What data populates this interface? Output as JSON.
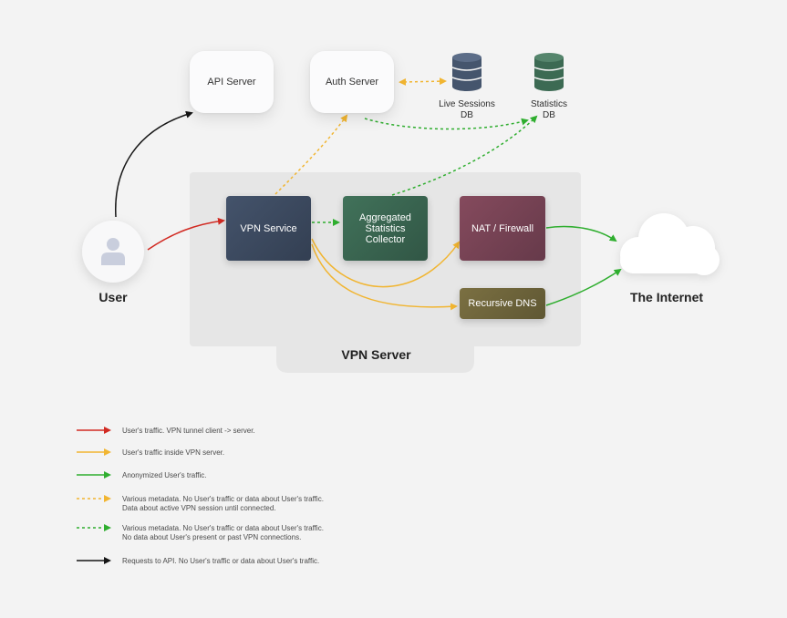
{
  "nodes": {
    "api_server": "API Server",
    "auth_server": "Auth Server",
    "live_sessions_db": [
      "Live Sessions",
      "DB"
    ],
    "statistics_db": [
      "Statistics",
      "DB"
    ],
    "user": "User",
    "vpn_service": "VPN Service",
    "stats_collector": [
      "Aggregated",
      "Statistics",
      "Collector"
    ],
    "nat_firewall": "NAT / Firewall",
    "recursive_dns": "Recursive DNS",
    "internet": "The Internet",
    "vpn_server": "VPN Server"
  },
  "colors": {
    "red": "#d12a22",
    "yellow": "#f1b531",
    "green": "#2fae2f",
    "black": "#151515",
    "vpn_service": "#3d4a60",
    "collector": "#3a6650",
    "nat": "#7a4456",
    "dns": "#72683c",
    "live_db": "#45556d",
    "stats_db": "#3c6a53"
  },
  "legend": [
    {
      "style": "solid",
      "color": "red",
      "text": "User's traffic. VPN tunnel client -> server."
    },
    {
      "style": "solid",
      "color": "yellow",
      "text": "User's traffic inside VPN server."
    },
    {
      "style": "solid",
      "color": "green",
      "text": "Anonymized User's traffic."
    },
    {
      "style": "dotted",
      "color": "yellow",
      "text": "Various metadata.  No User's traffic or data about User's traffic.  Data about active VPN session until connected."
    },
    {
      "style": "dotted",
      "color": "green",
      "text": "Various metadata.  No User's traffic or data about User's traffic.  No data about User's present or past VPN connections."
    },
    {
      "style": "solid",
      "color": "black",
      "text": "Requests to API.  No User's traffic or data about User's traffic."
    }
  ]
}
